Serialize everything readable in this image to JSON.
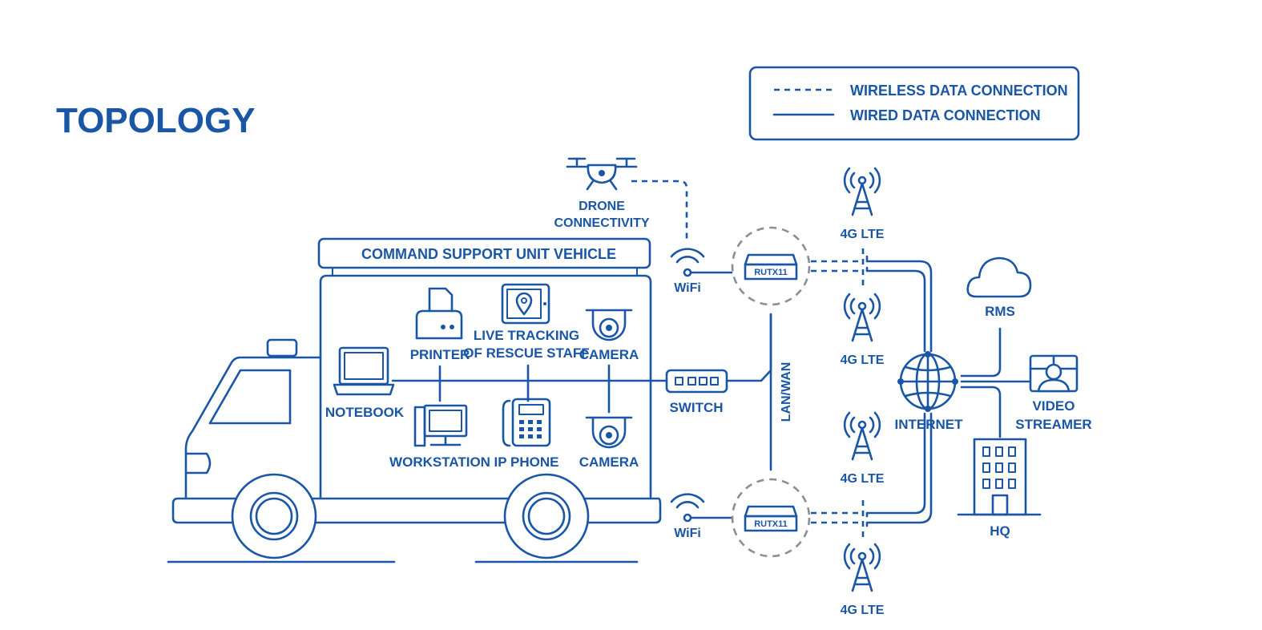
{
  "page": {
    "title": "TOPOLOGY"
  },
  "legend": {
    "wireless": "WIRELESS DATA CONNECTION",
    "wired": "WIRED DATA CONNECTION"
  },
  "vehicle": {
    "title": "COMMAND SUPPORT UNIT VEHICLE"
  },
  "devices": {
    "notebook": "NOTEBOOK",
    "printer": "PRINTER",
    "tracking_line1": "LIVE TRACKING",
    "tracking_line2": "OF RESCUE STAFF",
    "camera_top": "CAMERA",
    "workstation": "WORKSTATION",
    "ipphone": "IP PHONE",
    "camera_bottom": "CAMERA",
    "switch": "SWITCH"
  },
  "drone": {
    "line1": "DRONE",
    "line2": "CONNECTIVITY"
  },
  "wifi_top": "WiFi",
  "wifi_bottom": "WiFi",
  "router_top": "RUTX11",
  "router_bottom": "RUTX11",
  "lanwan": "LAN/WAN",
  "lte": [
    "4G LTE",
    "4G LTE",
    "4G LTE",
    "4G LTE"
  ],
  "internet": "INTERNET",
  "rms": "RMS",
  "video": {
    "line1": "VIDEO",
    "line2": "STREAMER"
  },
  "hq": "HQ",
  "colors": {
    "accent": "#1a56a6",
    "dashed_circle": "#8a8f96"
  }
}
